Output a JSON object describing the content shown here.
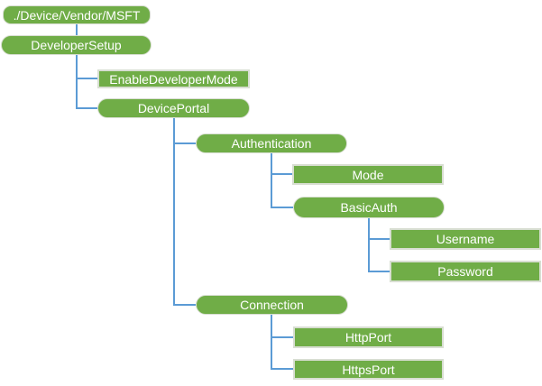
{
  "diagram": {
    "title": "DevicePortal CSP tree diagram",
    "nodes": [
      {
        "id": "root",
        "label": "./Device/Vendor/MSFT",
        "shape": "rounded",
        "level": 0
      },
      {
        "id": "developer-setup",
        "label": "DeveloperSetup",
        "shape": "pill",
        "level": 1
      },
      {
        "id": "enable-developer-mode",
        "label": "EnableDeveloperMode",
        "shape": "rect",
        "level": 2
      },
      {
        "id": "device-portal",
        "label": "DevicePortal",
        "shape": "pill",
        "level": 2
      },
      {
        "id": "authentication",
        "label": "Authentication",
        "shape": "pill",
        "level": 3
      },
      {
        "id": "mode",
        "label": "Mode",
        "shape": "rect",
        "level": 4
      },
      {
        "id": "basic-auth",
        "label": "BasicAuth",
        "shape": "pill",
        "level": 4
      },
      {
        "id": "username",
        "label": "Username",
        "shape": "rect",
        "level": 5
      },
      {
        "id": "password",
        "label": "Password",
        "shape": "rect",
        "level": 5
      },
      {
        "id": "connection",
        "label": "Connection",
        "shape": "pill",
        "level": 3
      },
      {
        "id": "http-port",
        "label": "HttpPort",
        "shape": "rect",
        "level": 4
      },
      {
        "id": "https-port",
        "label": "HttpsPort",
        "shape": "rect",
        "level": 4
      }
    ],
    "edges": [
      [
        "root",
        "developer-setup"
      ],
      [
        "developer-setup",
        "enable-developer-mode"
      ],
      [
        "developer-setup",
        "device-portal"
      ],
      [
        "device-portal",
        "authentication"
      ],
      [
        "authentication",
        "mode"
      ],
      [
        "authentication",
        "basic-auth"
      ],
      [
        "basic-auth",
        "username"
      ],
      [
        "basic-auth",
        "password"
      ],
      [
        "device-portal",
        "connection"
      ],
      [
        "connection",
        "http-port"
      ],
      [
        "connection",
        "https-port"
      ]
    ]
  },
  "colors": {
    "node_fill": "#70AD47",
    "node_border": "#D8DED2",
    "connector": "#5B9BD5",
    "text": "#FFFFFF",
    "background": "#FFFFFF"
  }
}
